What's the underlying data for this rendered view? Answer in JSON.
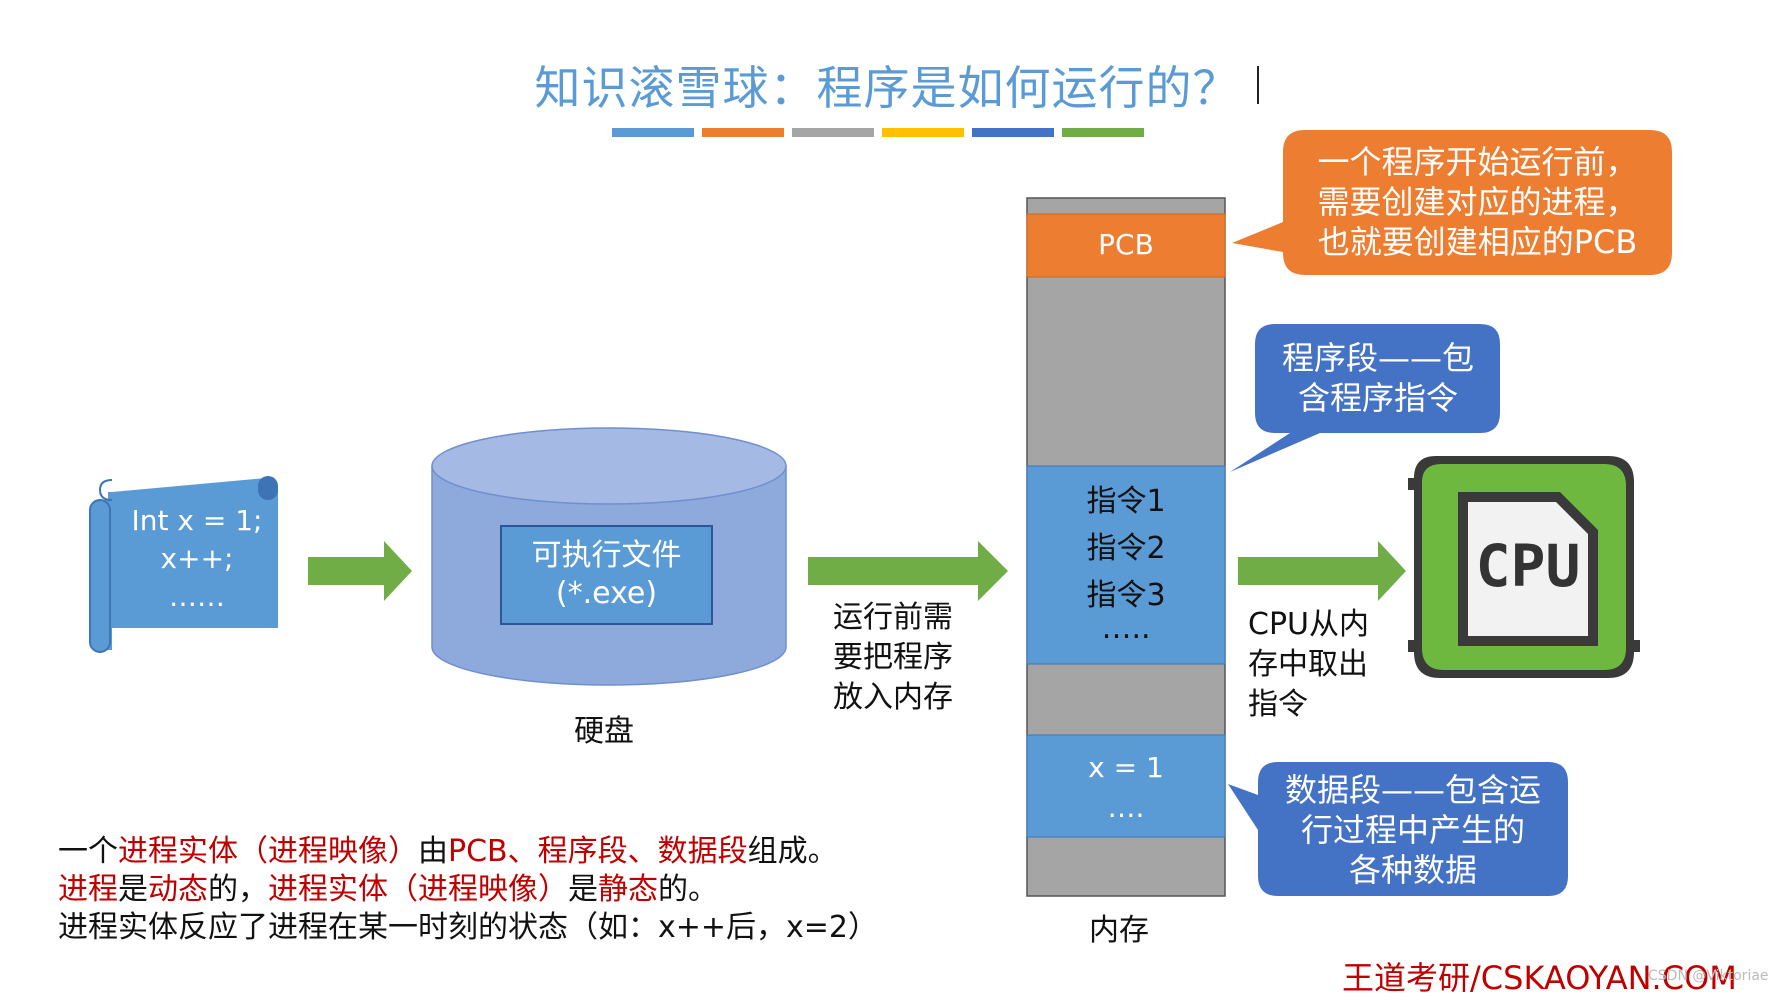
{
  "title": "知识滚雪球：程序是如何运行的？",
  "color_bar": [
    "#5b9bd5",
    "#ed7d31",
    "#a5a5a5",
    "#ffc000",
    "#4472c4",
    "#70ad47"
  ],
  "code_scroll": {
    "lines": [
      "Int x = 1;",
      "x++;",
      "……"
    ]
  },
  "disk": {
    "file_line1": "可执行文件",
    "file_line2": "(*.exe)",
    "caption": "硬盘"
  },
  "load_note": {
    "lines": [
      "运行前需",
      "要把程序",
      "放入内存"
    ]
  },
  "memory": {
    "pcb": "PCB",
    "instructions": [
      "指令1",
      "指令2",
      "指令3",
      "….."
    ],
    "data": [
      "x = 1",
      "…."
    ],
    "caption": "内存"
  },
  "cpu_note": {
    "lines": [
      "CPU从内",
      "存中取出",
      "指令"
    ]
  },
  "cpu_chip": {
    "label": "CPU"
  },
  "callouts": {
    "pcb": [
      "一个程序开始运行前，",
      "需要创建对应的进程，",
      "也就要创建相应的PCB"
    ],
    "program_segment": [
      "程序段——包",
      "含程序指令"
    ],
    "data_segment": [
      "数据段——包含运",
      "行过程中产生的",
      "各种数据"
    ]
  },
  "notes": {
    "line1": {
      "a": "一个",
      "b": "进程实体（进程映像）",
      "c": "由",
      "d": "PCB、程序段、数据段",
      "e": "组成。"
    },
    "line2": {
      "a": "进程",
      "b": "是",
      "c": "动态",
      "d": "的，",
      "e": "进程实体（进程映像）",
      "f": "是",
      "g": "静态",
      "h": "的。"
    },
    "line3": "进程实体反应了进程在某一时刻的状态（如：x++后，x=2）"
  },
  "brand": "王道考研/CSKAOYAN.COM",
  "watermark": "CSDN @Viktoriae",
  "colors": {
    "accent_blue": "#5b9bd5",
    "callout_blue": "#4472c4",
    "orange": "#ed7d31",
    "green": "#70ad47",
    "memory_gray": "#a5a5a5",
    "red": "#c00000"
  }
}
